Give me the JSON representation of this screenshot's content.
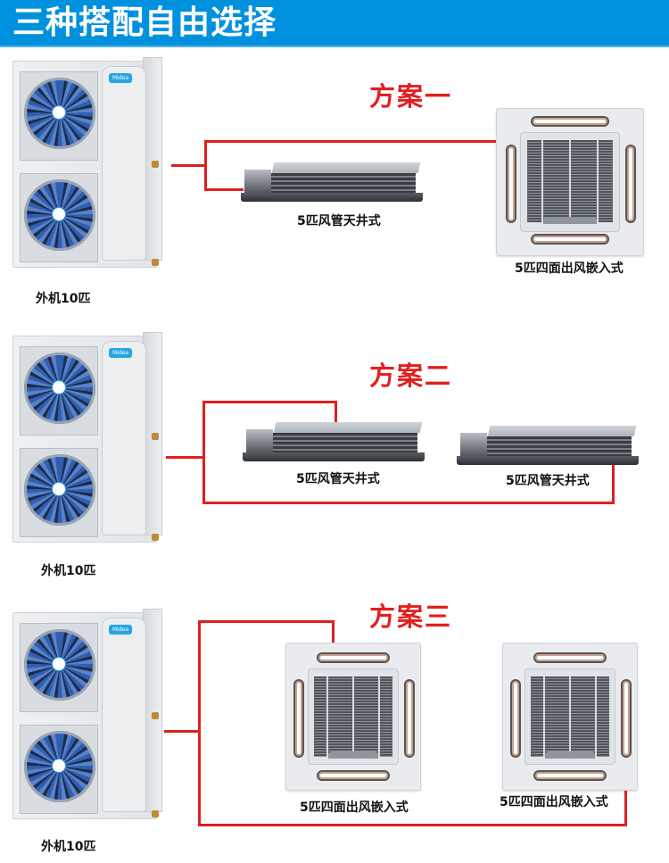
{
  "header": {
    "title": "三种搭配自由选择",
    "bg_color": "#0091de"
  },
  "accent_color": "#e41e1e",
  "plans": [
    {
      "title": "方案一",
      "outdoor_unit": {
        "label": "外机10匹",
        "brand": "Midea"
      },
      "indoor_units": [
        {
          "type": "duct",
          "label": "5匹风管天井式"
        },
        {
          "type": "cassette",
          "label": "5匹四面出风嵌入式"
        }
      ]
    },
    {
      "title": "方案二",
      "outdoor_unit": {
        "label": "外机10匹",
        "brand": "Midea"
      },
      "indoor_units": [
        {
          "type": "duct",
          "label": "5匹风管天井式"
        },
        {
          "type": "duct",
          "label": "5匹风管天井式"
        }
      ]
    },
    {
      "title": "方案三",
      "outdoor_unit": {
        "label": "外机10匹",
        "brand": "Midea"
      },
      "indoor_units": [
        {
          "type": "cassette",
          "label": "5匹四面出风嵌入式"
        },
        {
          "type": "cassette",
          "label": "5匹四面出风嵌入式"
        }
      ]
    }
  ]
}
